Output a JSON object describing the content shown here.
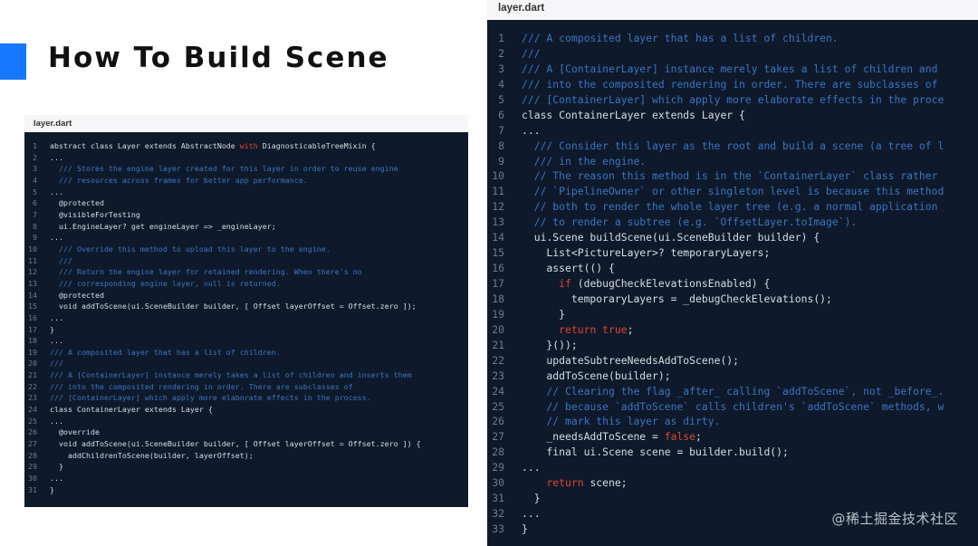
{
  "slide": {
    "title": "How To Build Scene",
    "watermark": "@稀土掘金技术社区"
  },
  "colors": {
    "accent": "#1677ff",
    "code_background": "#0e1a2b",
    "comment": "#3d73c2",
    "keyword": "#e0442e",
    "code_text": "#d6dde6"
  },
  "small_panel": {
    "file_name": "layer.dart",
    "lines": [
      {
        "n": "1",
        "segs": [
          {
            "t": "abstract class Layer extends AbstractNode "
          },
          {
            "t": "with",
            "c": "keyword"
          },
          {
            "t": " DiagnosticableTreeMixin {"
          }
        ]
      },
      {
        "n": "2",
        "segs": [
          {
            "t": "..."
          }
        ]
      },
      {
        "n": "3",
        "segs": [
          {
            "t": "  /// Stores the engine layer created for this layer in order to reuse engine",
            "c": "comment"
          }
        ]
      },
      {
        "n": "4",
        "segs": [
          {
            "t": "  /// resources across frames for better app performance.",
            "c": "comment"
          }
        ]
      },
      {
        "n": "5",
        "segs": [
          {
            "t": "..."
          }
        ]
      },
      {
        "n": "6",
        "segs": [
          {
            "t": "  @protected"
          }
        ]
      },
      {
        "n": "7",
        "segs": [
          {
            "t": "  @visibleForTesting"
          }
        ]
      },
      {
        "n": "8",
        "segs": [
          {
            "t": "  ui.EngineLayer? get engineLayer => _engineLayer;"
          }
        ]
      },
      {
        "n": "9",
        "segs": [
          {
            "t": "..."
          }
        ]
      },
      {
        "n": "10",
        "segs": [
          {
            "t": "  /// Override this method to upload this layer to the engine.",
            "c": "comment"
          }
        ]
      },
      {
        "n": "11",
        "segs": [
          {
            "t": "  ///",
            "c": "comment"
          }
        ]
      },
      {
        "n": "12",
        "segs": [
          {
            "t": "  /// Return the engine layer for retained rendering. When there's no",
            "c": "comment"
          }
        ]
      },
      {
        "n": "13",
        "segs": [
          {
            "t": "  /// corresponding engine layer, null is returned.",
            "c": "comment"
          }
        ]
      },
      {
        "n": "14",
        "segs": [
          {
            "t": "  @protected"
          }
        ]
      },
      {
        "n": "15",
        "segs": [
          {
            "t": "  void addToScene(ui.SceneBuilder builder, [ Offset layerOffset = Offset.zero ]);"
          }
        ]
      },
      {
        "n": "16",
        "segs": [
          {
            "t": "..."
          }
        ]
      },
      {
        "n": "17",
        "segs": [
          {
            "t": "}"
          }
        ]
      },
      {
        "n": "18",
        "segs": [
          {
            "t": "..."
          }
        ]
      },
      {
        "n": "19",
        "segs": [
          {
            "t": "/// A composited layer that has a list of children.",
            "c": "comment"
          }
        ]
      },
      {
        "n": "20",
        "segs": [
          {
            "t": "///",
            "c": "comment"
          }
        ]
      },
      {
        "n": "21",
        "segs": [
          {
            "t": "/// A [ContainerLayer] instance merely takes a list of children and inserts them",
            "c": "comment"
          }
        ]
      },
      {
        "n": "22",
        "segs": [
          {
            "t": "/// into the composited rendering in order. There are subclasses of",
            "c": "comment"
          }
        ]
      },
      {
        "n": "23",
        "segs": [
          {
            "t": "/// [ContainerLayer] which apply more elaborate effects in the process.",
            "c": "comment"
          }
        ]
      },
      {
        "n": "24",
        "segs": [
          {
            "t": "class ContainerLayer extends Layer {"
          }
        ]
      },
      {
        "n": "25",
        "segs": [
          {
            "t": "..."
          }
        ]
      },
      {
        "n": "26",
        "segs": [
          {
            "t": "  @override"
          }
        ]
      },
      {
        "n": "27",
        "segs": [
          {
            "t": "  void addToScene(ui.SceneBuilder builder, [ Offset layerOffset = Offset.zero ]) {"
          }
        ]
      },
      {
        "n": "28",
        "segs": [
          {
            "t": "    addChildrenToScene(builder, layerOffset);"
          }
        ]
      },
      {
        "n": "29",
        "segs": [
          {
            "t": "  }"
          }
        ]
      },
      {
        "n": "30",
        "segs": [
          {
            "t": "..."
          }
        ]
      },
      {
        "n": "31",
        "segs": [
          {
            "t": "}"
          }
        ]
      }
    ]
  },
  "big_panel": {
    "file_name": "layer.dart",
    "lines": [
      {
        "n": "1",
        "segs": [
          {
            "t": "/// A composited layer that has a list of children.",
            "c": "comment"
          }
        ]
      },
      {
        "n": "2",
        "segs": [
          {
            "t": "///",
            "c": "comment"
          }
        ]
      },
      {
        "n": "3",
        "segs": [
          {
            "t": "/// A [ContainerLayer] instance merely takes a list of children and",
            "c": "comment"
          }
        ]
      },
      {
        "n": "4",
        "segs": [
          {
            "t": "/// into the composited rendering in order. There are subclasses of",
            "c": "comment"
          }
        ]
      },
      {
        "n": "5",
        "segs": [
          {
            "t": "/// [ContainerLayer] which apply more elaborate effects in the proce",
            "c": "comment"
          }
        ]
      },
      {
        "n": "6",
        "segs": [
          {
            "t": "class ContainerLayer extends Layer {"
          }
        ]
      },
      {
        "n": "7",
        "segs": [
          {
            "t": "..."
          }
        ]
      },
      {
        "n": "8",
        "segs": [
          {
            "t": "  /// Consider this layer as the root and build a scene (a tree of l",
            "c": "comment"
          }
        ]
      },
      {
        "n": "9",
        "segs": [
          {
            "t": "  /// in the engine.",
            "c": "comment"
          }
        ]
      },
      {
        "n": "10",
        "segs": [
          {
            "t": "  // The reason this method is in the `ContainerLayer` class rather",
            "c": "comment"
          }
        ]
      },
      {
        "n": "11",
        "segs": [
          {
            "t": "  // `PipelineOwner` or other singleton level is because this method",
            "c": "comment"
          }
        ]
      },
      {
        "n": "12",
        "segs": [
          {
            "t": "  // both to render the whole layer tree (e.g. a normal application",
            "c": "comment"
          }
        ]
      },
      {
        "n": "13",
        "segs": [
          {
            "t": "  // to render a subtree (e.g. `OffsetLayer.toImage`).",
            "c": "comment"
          }
        ]
      },
      {
        "n": "14",
        "segs": [
          {
            "t": "  ui.Scene buildScene(ui.SceneBuilder builder) {"
          }
        ]
      },
      {
        "n": "15",
        "segs": [
          {
            "t": "    List<PictureLayer>? temporaryLayers;"
          }
        ]
      },
      {
        "n": "16",
        "segs": [
          {
            "t": "    assert(() {"
          }
        ]
      },
      {
        "n": "17",
        "segs": [
          {
            "t": "      "
          },
          {
            "t": "if",
            "c": "keyword"
          },
          {
            "t": " (debugCheckElevationsEnabled) {"
          }
        ]
      },
      {
        "n": "18",
        "segs": [
          {
            "t": "        temporaryLayers = _debugCheckElevations();"
          }
        ]
      },
      {
        "n": "19",
        "segs": [
          {
            "t": "      }"
          }
        ]
      },
      {
        "n": "20",
        "segs": [
          {
            "t": "      "
          },
          {
            "t": "return true",
            "c": "keyword"
          },
          {
            "t": ";"
          }
        ]
      },
      {
        "n": "21",
        "segs": [
          {
            "t": "    }());"
          }
        ]
      },
      {
        "n": "22",
        "segs": [
          {
            "t": "    updateSubtreeNeedsAddToScene();"
          }
        ]
      },
      {
        "n": "23",
        "segs": [
          {
            "t": "    addToScene(builder);"
          }
        ]
      },
      {
        "n": "24",
        "segs": [
          {
            "t": "    // Clearing the flag _after_ calling `addToScene`, not _before_.",
            "c": "comment"
          }
        ]
      },
      {
        "n": "25",
        "segs": [
          {
            "t": "    // because `addToScene` calls children's `addToScene` methods, w",
            "c": "comment"
          }
        ]
      },
      {
        "n": "26",
        "segs": [
          {
            "t": "    // mark this layer as dirty.",
            "c": "comment"
          }
        ]
      },
      {
        "n": "27",
        "segs": [
          {
            "t": "    _needsAddToScene = "
          },
          {
            "t": "false",
            "c": "keyword"
          },
          {
            "t": ";"
          }
        ]
      },
      {
        "n": "28",
        "segs": [
          {
            "t": "    final ui.Scene scene = builder.build();"
          }
        ]
      },
      {
        "n": "29",
        "segs": [
          {
            "t": "..."
          }
        ]
      },
      {
        "n": "30",
        "segs": [
          {
            "t": "    "
          },
          {
            "t": "return",
            "c": "keyword"
          },
          {
            "t": " scene;"
          }
        ]
      },
      {
        "n": "31",
        "segs": [
          {
            "t": "  }"
          }
        ]
      },
      {
        "n": "32",
        "segs": [
          {
            "t": "..."
          }
        ]
      },
      {
        "n": "33",
        "segs": [
          {
            "t": "}"
          }
        ]
      }
    ]
  }
}
